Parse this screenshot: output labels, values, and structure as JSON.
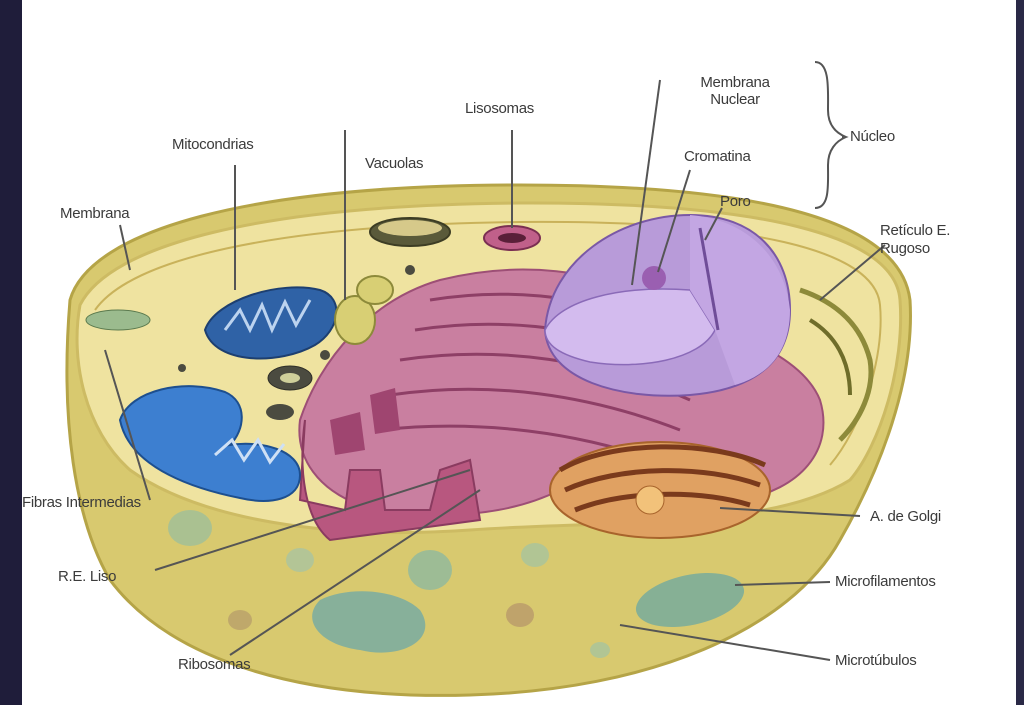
{
  "labels": {
    "title": "",
    "membrana_nuclear": "Membrana Nuclear",
    "nucleo": "Núcleo",
    "cromatina": "Cromatina",
    "poro": "Poro",
    "lisosomas": "Lisosomas",
    "mitocondrias": "Mitocondrias",
    "vacuolas": "Vacuolas",
    "membrana": "Membrana",
    "reticulo_rugoso": "Retículo E. Rugoso",
    "fibras_intermedias": "Fibras Intermedias",
    "golgi": "A. de Golgi",
    "re_liso": "R.E. Liso",
    "microfilamentos": "Microfilamentos",
    "ribosomas": "Ribosomas",
    "microtubulos": "Microtúbulos"
  },
  "colors": {
    "cytoplasm": "#e9dc8e",
    "membrane": "#d9c76a",
    "nucleus": "#b899d8",
    "er": "#c9759a",
    "mitochondria": "#3f77b8",
    "golgi": "#d88a4a"
  }
}
